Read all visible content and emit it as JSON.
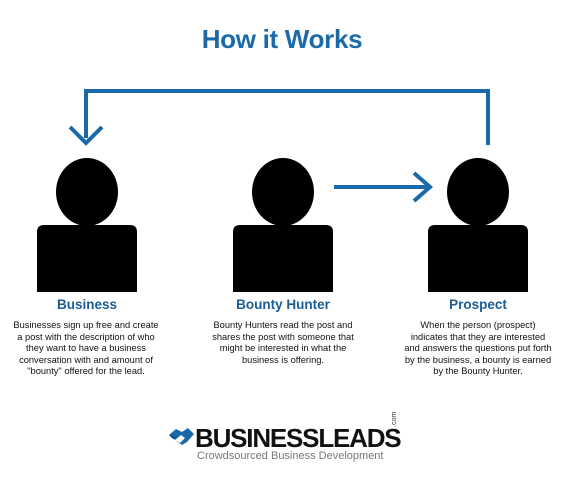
{
  "title": "How it Works",
  "accent_color": "#1a6aaa",
  "columns": [
    {
      "title": "Business",
      "description": "Businesses sign up free and create a post with the description of who they want to have a business conversation with and amount of \"bounty\" offered for the lead.",
      "icon": "person-icon"
    },
    {
      "title": "Bounty Hunter",
      "description": "Bounty Hunters read the post and shares the post with someone that might be interested in what the business is offering.",
      "icon": "person-icon"
    },
    {
      "title": "Prospect",
      "description": "When the person (prospect) indicates that they are interested and answers the questions put forth by the business, a bounty is earned by the Bounty Hunter.",
      "icon": "person-icon"
    }
  ],
  "logo": {
    "name": "BUSINESSLEADS",
    "suffix": ".com",
    "tagline": "Crowdsourced Business Development",
    "icon": "handshake-icon"
  }
}
